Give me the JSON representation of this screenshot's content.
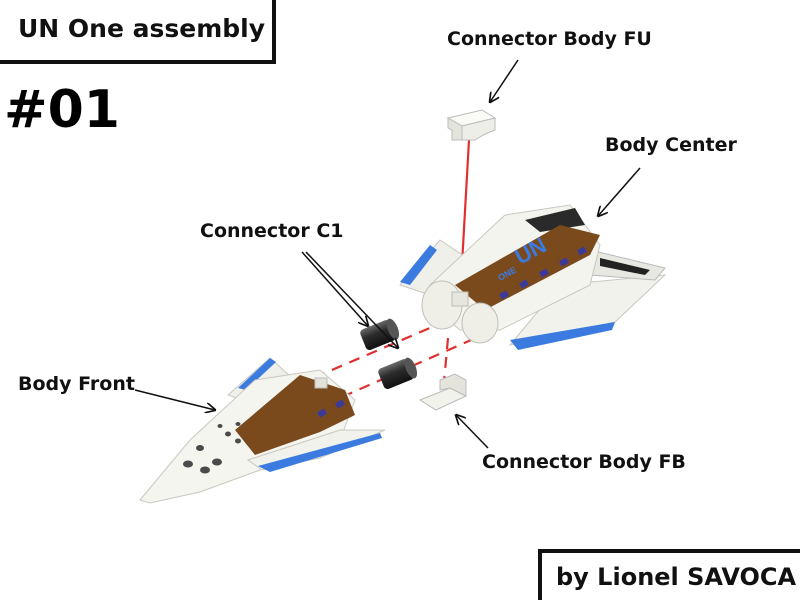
{
  "header": {
    "title": "UN One assembly",
    "step": "#01"
  },
  "footer": {
    "author": "by Lionel SAVOCA"
  },
  "parts": {
    "connector_fu": "Connector Body FU",
    "body_center": "Body Center",
    "connector_c1": "Connector C1",
    "body_front": "Body Front",
    "connector_fb": "Connector Body FB"
  },
  "model": {
    "logo_main": "UN",
    "logo_sub": "ONE"
  },
  "colors": {
    "guide_line": "#e03030",
    "hull": "#f4f4ef",
    "stripe": "#7a4a1c",
    "accent": "#3b7be0",
    "window": "#3b3a9a"
  }
}
